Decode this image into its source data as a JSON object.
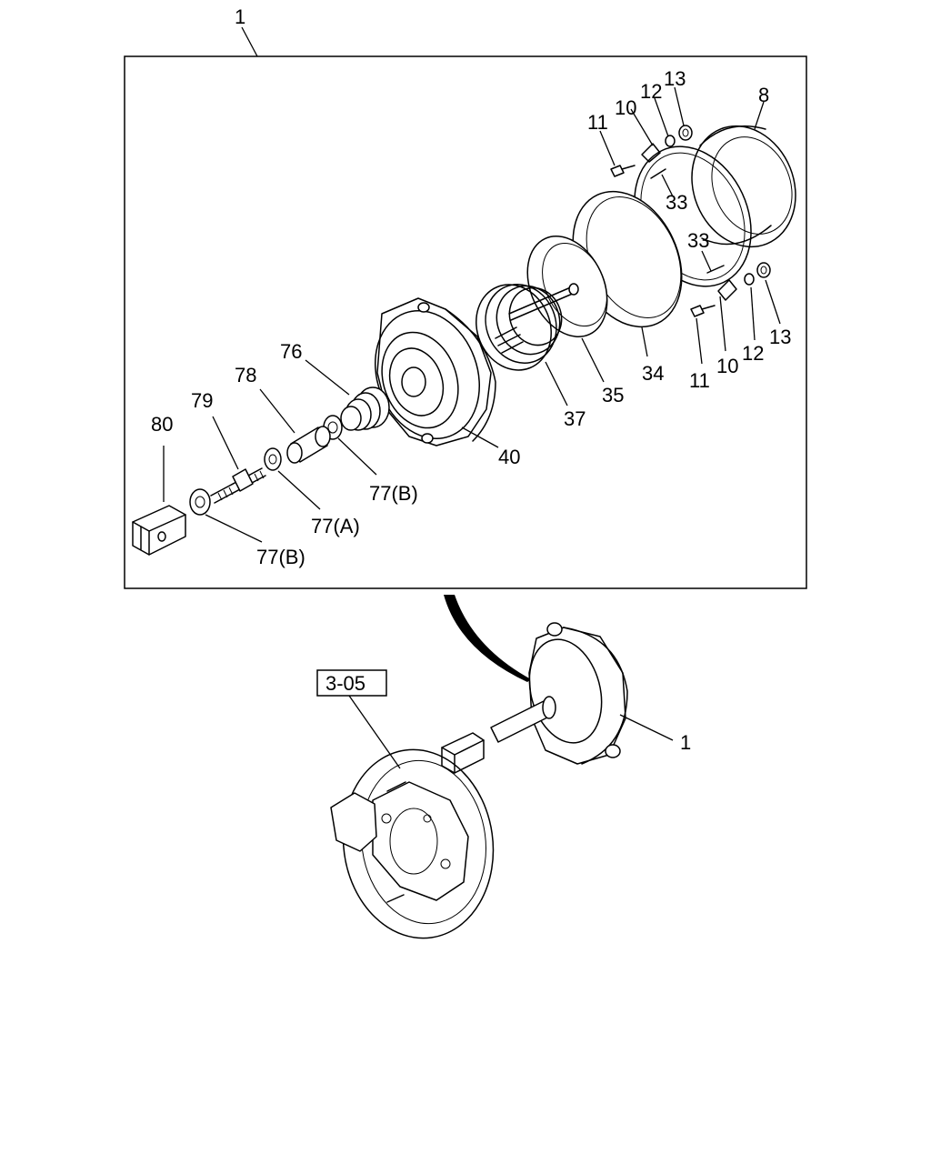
{
  "diagram": {
    "callouts": {
      "assembly_top": "1",
      "assembly_bottom": "1",
      "ref_box": "3-05",
      "c8": "8",
      "c10_top": "10",
      "c10_bottom": "10",
      "c11_top": "11",
      "c11_bottom": "11",
      "c12_top": "12",
      "c12_bottom": "12",
      "c13_top": "13",
      "c13_bottom": "13",
      "c33_top": "33",
      "c33_mid": "33",
      "c34": "34",
      "c35": "35",
      "c37": "37",
      "c40": "40",
      "c76": "76",
      "c77b_upper": "77(B)",
      "c77a": "77(A)",
      "c77b_lower": "77(B)",
      "c78": "78",
      "c79": "79",
      "c80": "80"
    }
  }
}
